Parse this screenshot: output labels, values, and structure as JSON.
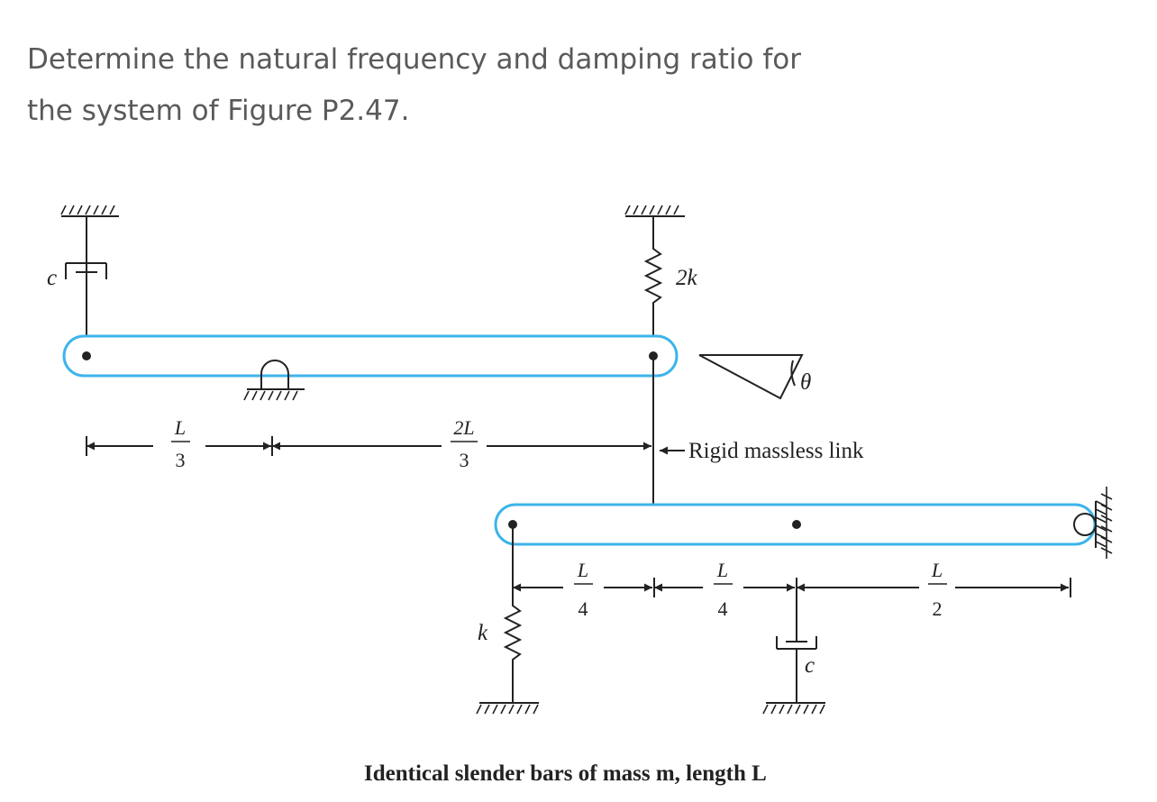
{
  "question": {
    "line1": "Determine the natural frequency and damping ratio for",
    "line2": "the system of Figure P2.47."
  },
  "figure": {
    "damper_top_label": "c",
    "spring_top_label": "2k",
    "theta_label": "θ",
    "link_label": "Rigid massless link",
    "dim_upper_1": {
      "num": "L",
      "den": "3"
    },
    "dim_upper_2": {
      "num": "2L",
      "den": "3"
    },
    "dim_lower_1": {
      "num": "L",
      "den": "4"
    },
    "dim_lower_2": {
      "num": "L",
      "den": "4"
    },
    "dim_lower_3": {
      "num": "L",
      "den": "2"
    },
    "spring_bottom_label": "k",
    "damper_bottom_label": "c",
    "caption": "Identical slender bars of mass m, length L"
  },
  "colors": {
    "bar_outline": "#3db4ea",
    "text": "#5a5a5a",
    "line": "#222222"
  }
}
